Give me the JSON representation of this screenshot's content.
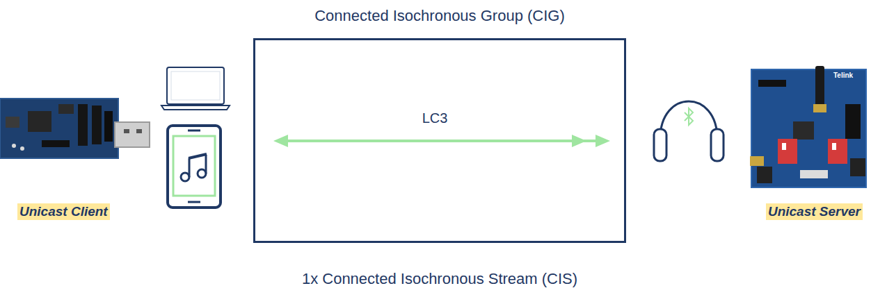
{
  "diagram": {
    "nodes": [
      {
        "text": [
          "Connected Isochronous Group (CIG)",
          "1x Connected Isochronous Stream (CIS)"
        ]
      },
      {
        "text": [
          "Unicast Client"
        ]
      },
      {
        "text": [
          "Unicast Server"
        ]
      }
    ],
    "labels": [
      "LC3",
      "Telink"
    ]
  }
}
